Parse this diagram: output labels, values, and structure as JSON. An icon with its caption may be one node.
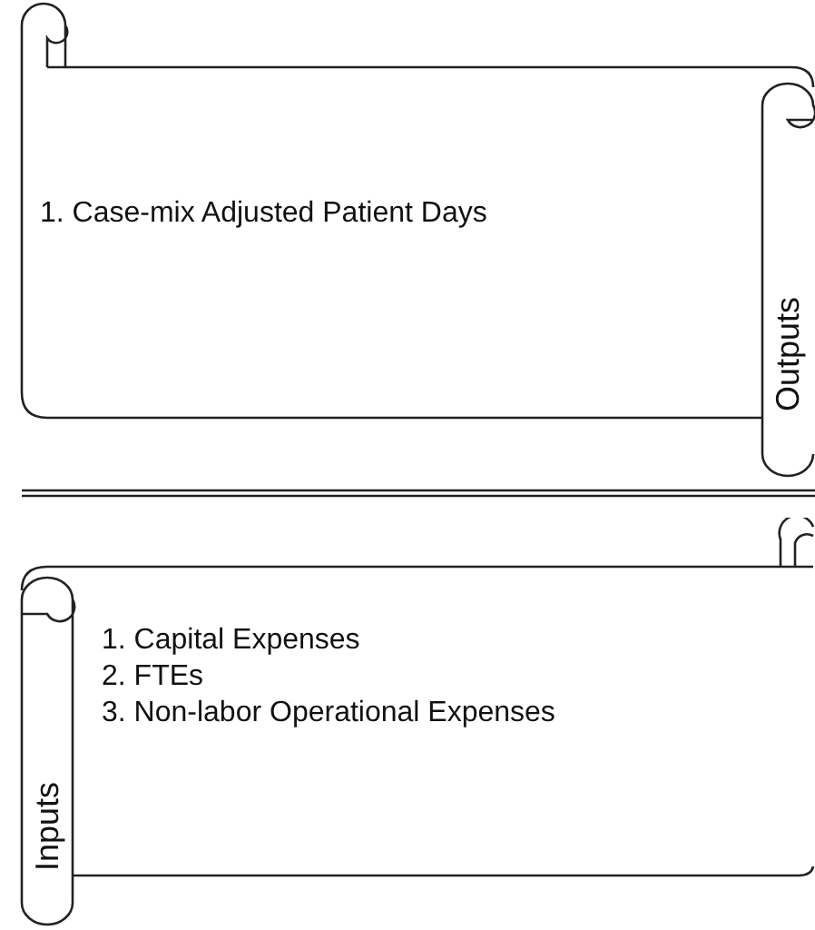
{
  "diagram": {
    "nodes": [
      {
        "text": [
          "1. Case-mix Adjusted Patient Days",
          "Outputs"
        ]
      },
      {
        "text": [
          "1. Capital Expenses",
          "2. FTEs",
          "3. Non-labor Operational Expenses",
          "Inputs"
        ]
      }
    ]
  }
}
